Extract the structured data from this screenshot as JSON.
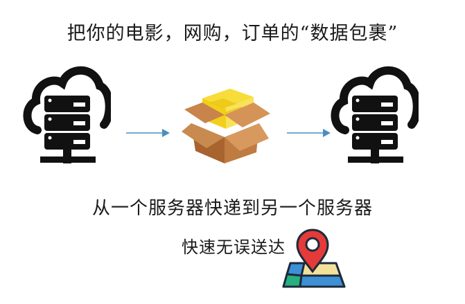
{
  "title": "把你的电影，网购，订单的“数据包裹”",
  "subtitle": "从一个服务器快递到另一个服务器",
  "tagline": "快速无误送达",
  "icons": {
    "source": "cloud-server-icon",
    "package": "open-box-icon",
    "destination": "cloud-server-icon",
    "arrow": "arrow-right-icon",
    "location": "map-pin-icon"
  },
  "colors": {
    "arrow": "#4a8fc0",
    "server": "#111111",
    "box_brown": "#b5713a",
    "box_yellow": "#f5d21c",
    "pin_red": "#e53a3a",
    "map_blue": "#3d8fd6",
    "map_green": "#27b07f",
    "map_yellow": "#f3e19b"
  }
}
